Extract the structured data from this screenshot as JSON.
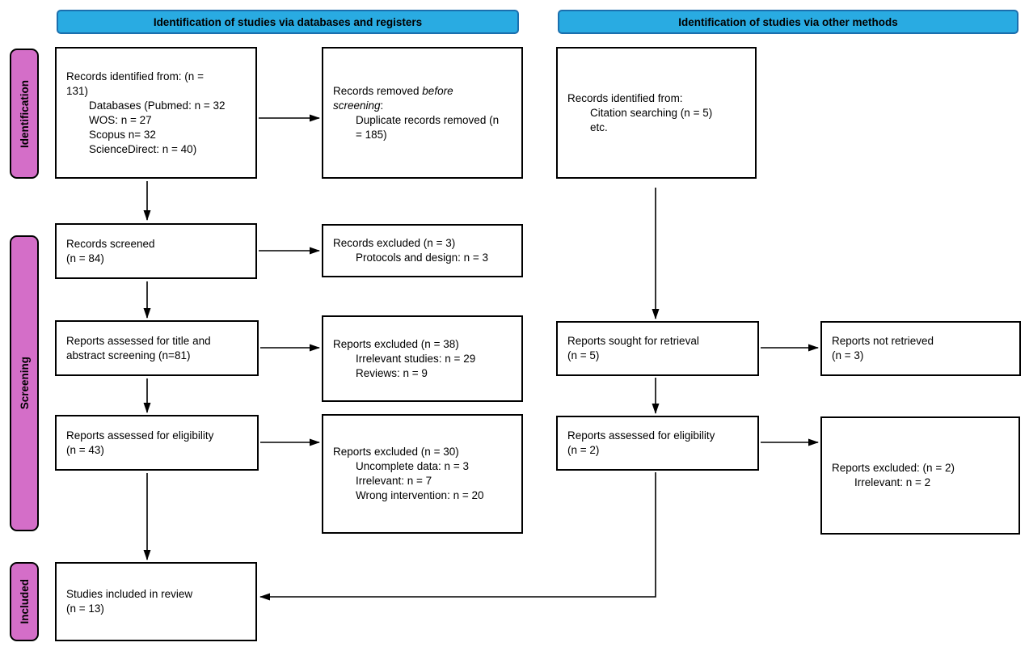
{
  "diagram": {
    "headers": {
      "databases": "Identification of studies via databases and registers",
      "other": "Identification of studies via other methods"
    },
    "stages": {
      "identification": "Identification",
      "screening": "Screening",
      "included": "Included"
    },
    "boxes": {
      "records_identified": {
        "line1": "Records identified from: (n =",
        "line2": "131)",
        "items": [
          "Databases (Pubmed: n = 32",
          "WOS: n = 27",
          "Scopus n= 32",
          "ScienceDirect: n = 40)"
        ]
      },
      "records_removed": {
        "l1_normal": "Records removed ",
        "l1_italic": "before",
        "l2_italic": "screening",
        "l2_suffix": ":",
        "items": [
          "Duplicate records removed (n",
          "= 185)"
        ]
      },
      "records_other": {
        "line1": "Records identified from:",
        "items": [
          "Citation searching (n = 5)",
          "etc."
        ]
      },
      "records_screened": {
        "line1": "Records screened",
        "line2": "(n = 84)"
      },
      "records_excluded": {
        "line1": "Records excluded (n = 3)",
        "items": [
          "Protocols and design: n = 3"
        ]
      },
      "reports_title_abstract": {
        "line1": "Reports assessed for title and",
        "line2": "abstract screening (n=81)"
      },
      "reports_excluded_screening": {
        "line1": "Reports excluded (n = 38)",
        "items": [
          "Irrelevant studies: n = 29",
          "Reviews: n = 9"
        ]
      },
      "reports_sought": {
        "line1": "Reports sought for retrieval",
        "line2": "(n = 5)"
      },
      "reports_not_retrieved": {
        "line1": "Reports not retrieved",
        "line2": "(n = 3)"
      },
      "reports_eligibility": {
        "line1": "Reports assessed for eligibility",
        "line2": "(n = 43)"
      },
      "reports_excluded_eligibility": {
        "line1": "Reports excluded (n = 30)",
        "items": [
          "Uncomplete data: n = 3",
          "Irrelevant: n = 7",
          "Wrong intervention: n = 20"
        ]
      },
      "reports_eligibility_other": {
        "line1": "Reports assessed for eligibility",
        "line2": "(n = 2)"
      },
      "reports_excluded_other": {
        "line1": "Reports excluded: (n = 2)",
        "items": [
          "Irrelevant: n = 2"
        ]
      },
      "studies_included": {
        "line1": "Studies included in review",
        "line2": "(n = 13)"
      }
    },
    "colors": {
      "header_fill": "#29ABE2",
      "header_border": "#1B6FAE",
      "stage_fill": "#D46EC8",
      "stage_border": "#000000",
      "box_border": "#000000",
      "arrow": "#000000"
    }
  }
}
